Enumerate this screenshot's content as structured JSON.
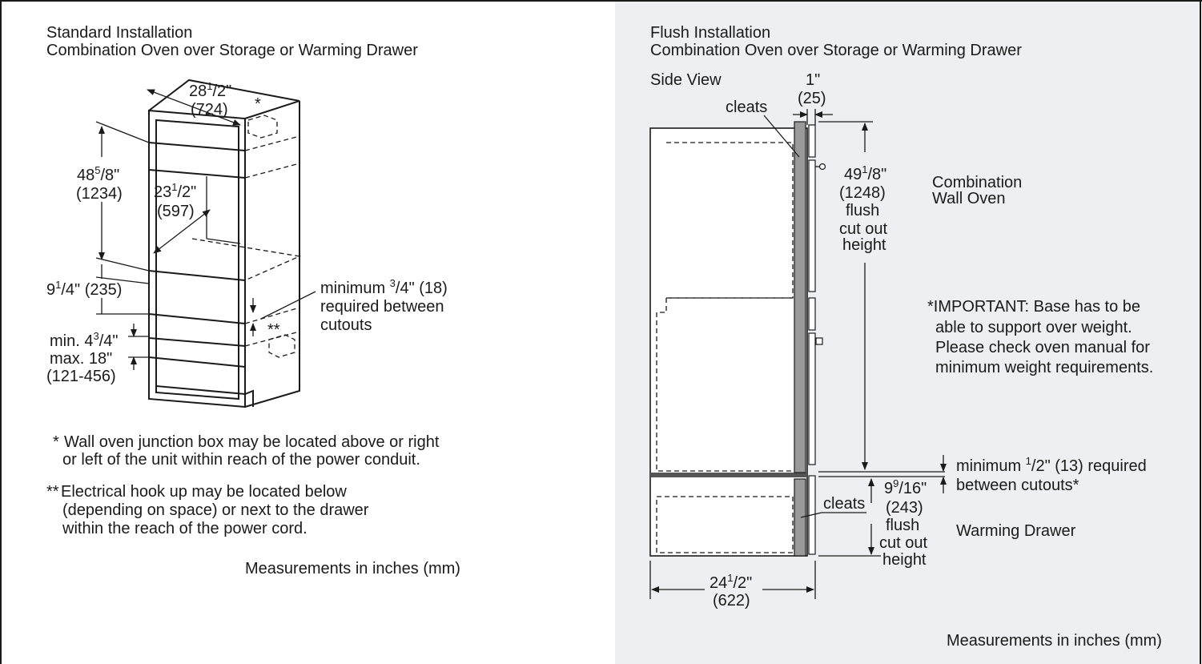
{
  "colors": {
    "right_panel_bg": "#eeeff2",
    "line": "#1a1a1a",
    "cleat": "#777777"
  },
  "standard": {
    "title": "Standard Installation",
    "subtitle": "Combination Oven over Storage or Warming Drawer",
    "dim_top_width": {
      "w": "28",
      "sup": "1",
      "sub": "/2\"",
      "mm": "(724)"
    },
    "asterisk_single": "*",
    "asterisk_double": "**",
    "dim_height": {
      "w": "48",
      "sup": "5",
      "sub": "/8\"",
      "mm": "(1234)"
    },
    "dim_depth": {
      "w": "23",
      "sup": "1",
      "sub": "/2\"",
      "mm": "(597)"
    },
    "dim_gap": {
      "w": "9",
      "sup": "1",
      "sub": "/4\"",
      "mm": " (235)"
    },
    "dim_min_max": {
      "min_prefix": "min. 4",
      "sup": "3",
      "sub": "/4\"",
      "max": "max. 18\"",
      "mm": "(121-456)"
    },
    "min_between": {
      "prefix": "minimum ",
      "sup": "3",
      "sub": "/4\" (18)",
      "line2": "required between",
      "line3": "cutouts"
    },
    "note1": {
      "star": "*",
      "line1": "Wall oven junction box may be located above or right",
      "line2": "or left of the unit within reach of the power conduit."
    },
    "note2": {
      "star": "**",
      "line1": "Electrical hook up may be located below",
      "line2": "(depending on space) or next to the drawer",
      "line3": "within the reach of the power cord."
    },
    "measurements": "Measurements in inches (mm)"
  },
  "flush": {
    "title": "Flush Installation",
    "subtitle": "Combination Oven over Storage or Warming Drawer",
    "side_view": "Side View",
    "dim_one": {
      "in": "1\"",
      "mm": "(25)"
    },
    "cleats_top": "cleats",
    "cleats_bottom": "cleats",
    "dim_oven_height": {
      "w": "49",
      "sup": "1",
      "sub": "/8\"",
      "mm": "(1248)",
      "l3": "flush",
      "l4": "cut out",
      "l5": "height"
    },
    "combination_label": {
      "l1": "Combination",
      "l2": "Wall Oven"
    },
    "important": {
      "l1": "*IMPORTANT: Base has to be",
      "l2": "able to support over weight.",
      "l3": "Please check oven manual for",
      "l4": "minimum weight requirements."
    },
    "min_between": {
      "prefix": "minimum ",
      "sup": "1",
      "sub": "/2\" (13) required",
      "line2": "between cutouts*"
    },
    "dim_drawer_height": {
      "w": "9",
      "sup": "9",
      "sub": "/16\"",
      "mm": "(243)",
      "l3": "flush",
      "l4": "cut out",
      "l5": "height"
    },
    "warming_drawer": "Warming Drawer",
    "dim_width": {
      "w": "24",
      "sup": "1",
      "sub": "/2\"",
      "mm": "(622)"
    },
    "measurements": "Measurements in inches (mm)"
  }
}
